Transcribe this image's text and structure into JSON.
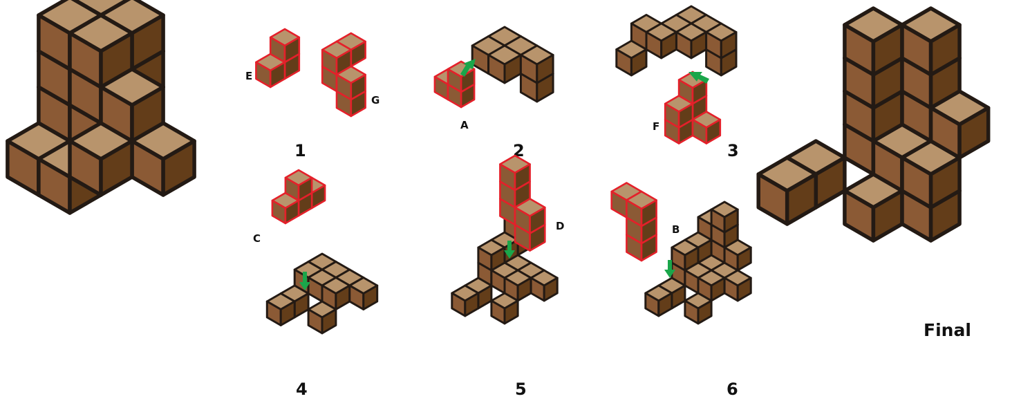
{
  "figure": {
    "title": "",
    "steps": [
      {
        "label": "1",
        "pieces": [
          "E",
          "G"
        ]
      },
      {
        "label": "2",
        "pieces": [
          "A"
        ]
      },
      {
        "label": "3",
        "pieces": [
          "F"
        ]
      },
      {
        "label": "4",
        "pieces": [
          "C"
        ]
      },
      {
        "label": "5",
        "pieces": [
          "D"
        ]
      },
      {
        "label": "6",
        "pieces": [
          "B"
        ]
      }
    ],
    "final_label": "Final"
  },
  "colors": {
    "top": "#b8946c",
    "left": "#8b5a35",
    "right": "#633d19",
    "outline": "#231a14",
    "piece_outline": "#e4202a",
    "arrow": "#1aa64a"
  }
}
